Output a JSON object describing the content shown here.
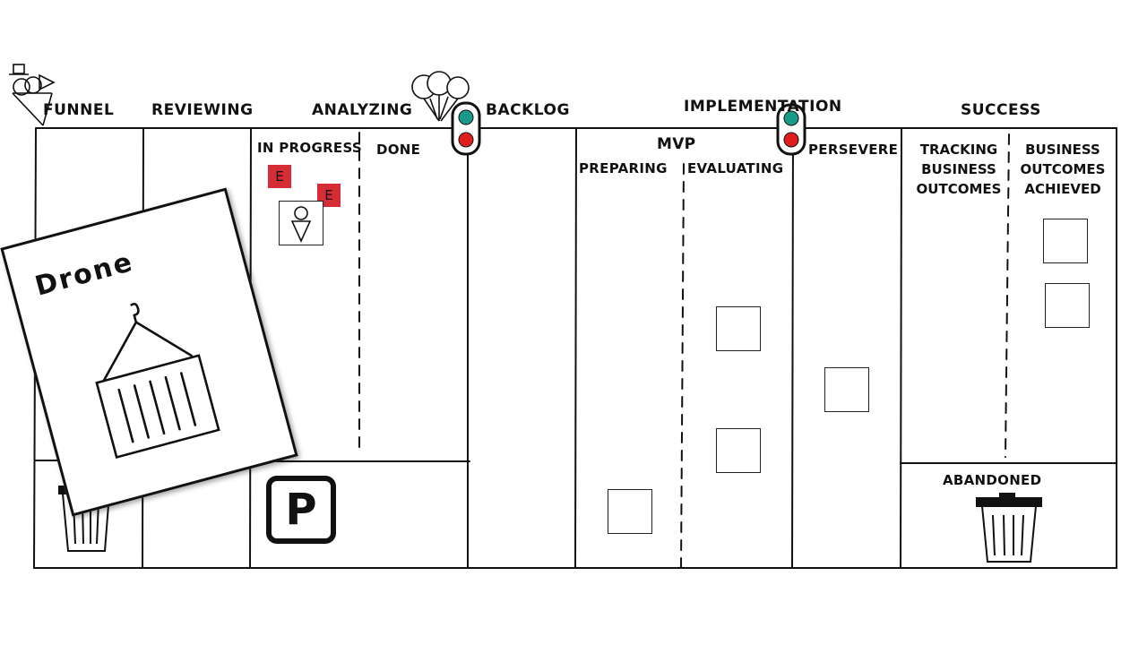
{
  "board": {
    "columns": [
      {
        "id": "funnel",
        "label": "Funnel"
      },
      {
        "id": "reviewing",
        "label": "Reviewing"
      },
      {
        "id": "analyzing",
        "label": "Analyzing"
      },
      {
        "id": "backlog",
        "label": "Backlog"
      },
      {
        "id": "implementation",
        "label": "Implementation"
      },
      {
        "id": "success",
        "label": "Success"
      }
    ],
    "analyzing_sub": {
      "in_progress": "In Progress",
      "done": "Done"
    },
    "implementation_sub": {
      "group": "MVP",
      "preparing": "Preparing",
      "evaluating": "Evaluating",
      "persevere": "Persevere"
    },
    "success_sub": {
      "tracking": "Tracking\nBusiness\nOutcomes",
      "achieved": "Business\nOutcomes\nAchieved"
    },
    "abandoned": "Abandoned",
    "parking_badge": "P",
    "drone_card": {
      "title": "Drone",
      "icon": "shipping-container-icon"
    },
    "epic_cards": [
      {
        "label": "E",
        "color": "#d62c36"
      },
      {
        "label": "E",
        "color": "#d62c36"
      }
    ],
    "traffic_lights": {
      "green": "#1a9b8a",
      "red": "#e01e1e"
    }
  }
}
